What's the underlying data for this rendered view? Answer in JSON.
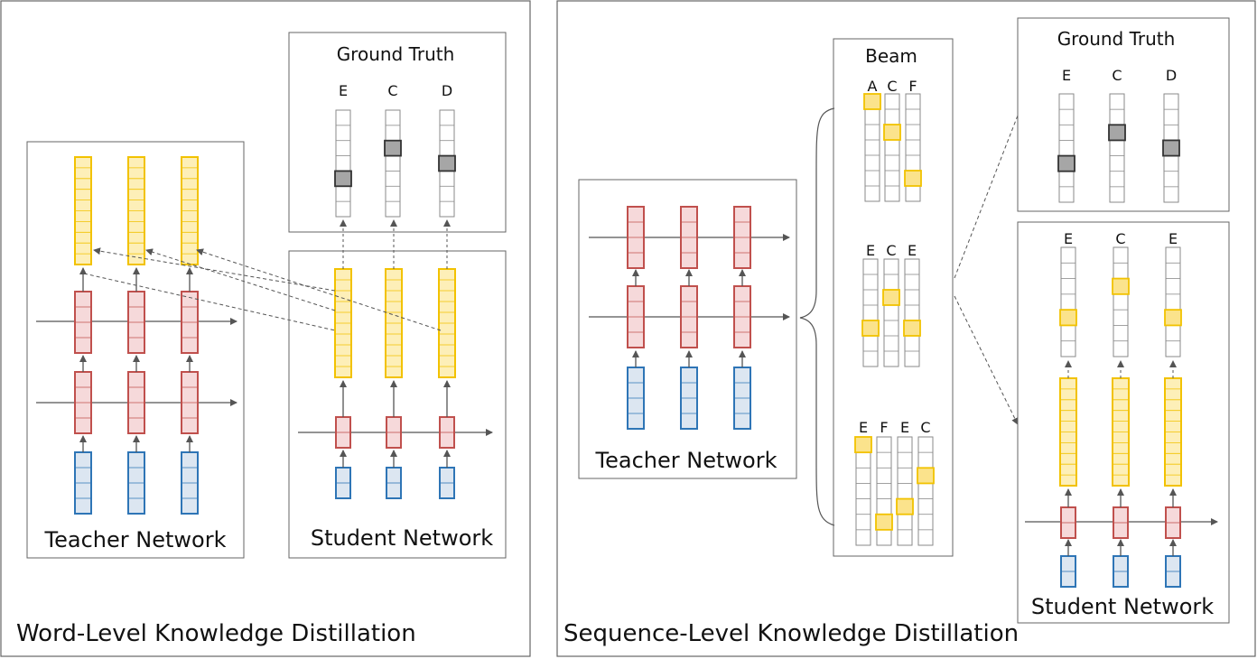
{
  "left_panel": {
    "title": "Word-Level Knowledge Distillation",
    "teacher_label": "Teacher Network",
    "student_label": "Student Network",
    "ground_truth": {
      "title": "Ground Truth",
      "tokens": [
        "E",
        "C",
        "D"
      ],
      "highlight_rows": [
        4,
        2,
        3
      ]
    }
  },
  "right_panel": {
    "title": "Sequence-Level Knowledge Distillation",
    "teacher_label": "Teacher Network",
    "student_label": "Student Network",
    "beam": {
      "title": "Beam",
      "candidates": [
        {
          "tokens": [
            "A",
            "C",
            "F"
          ],
          "highlight_rows": [
            0,
            2,
            5
          ]
        },
        {
          "tokens": [
            "E",
            "C",
            "E"
          ],
          "highlight_rows": [
            4,
            2,
            4
          ]
        },
        {
          "tokens": [
            "E",
            "F",
            "E",
            "C"
          ],
          "highlight_rows": [
            0,
            5,
            4,
            2
          ]
        }
      ]
    },
    "ground_truth": {
      "title": "Ground Truth",
      "tokens": [
        "E",
        "C",
        "D"
      ],
      "highlight_rows": [
        4,
        2,
        3
      ]
    },
    "student_outputs": {
      "tokens": [
        "E",
        "C",
        "E"
      ],
      "highlight_rows": [
        4,
        2,
        4
      ]
    }
  },
  "colors": {
    "yellow_fill": "#FDEFB8",
    "yellow_stroke": "#F2C200",
    "yellow_highlight": "#FBE38C",
    "red_fill": "#F6D9DA",
    "red_stroke": "#C0504D",
    "blue_fill": "#DCE6F1",
    "blue_stroke": "#2E75B6",
    "gray_highlight": "#A6A6A6",
    "line": "#555555"
  }
}
